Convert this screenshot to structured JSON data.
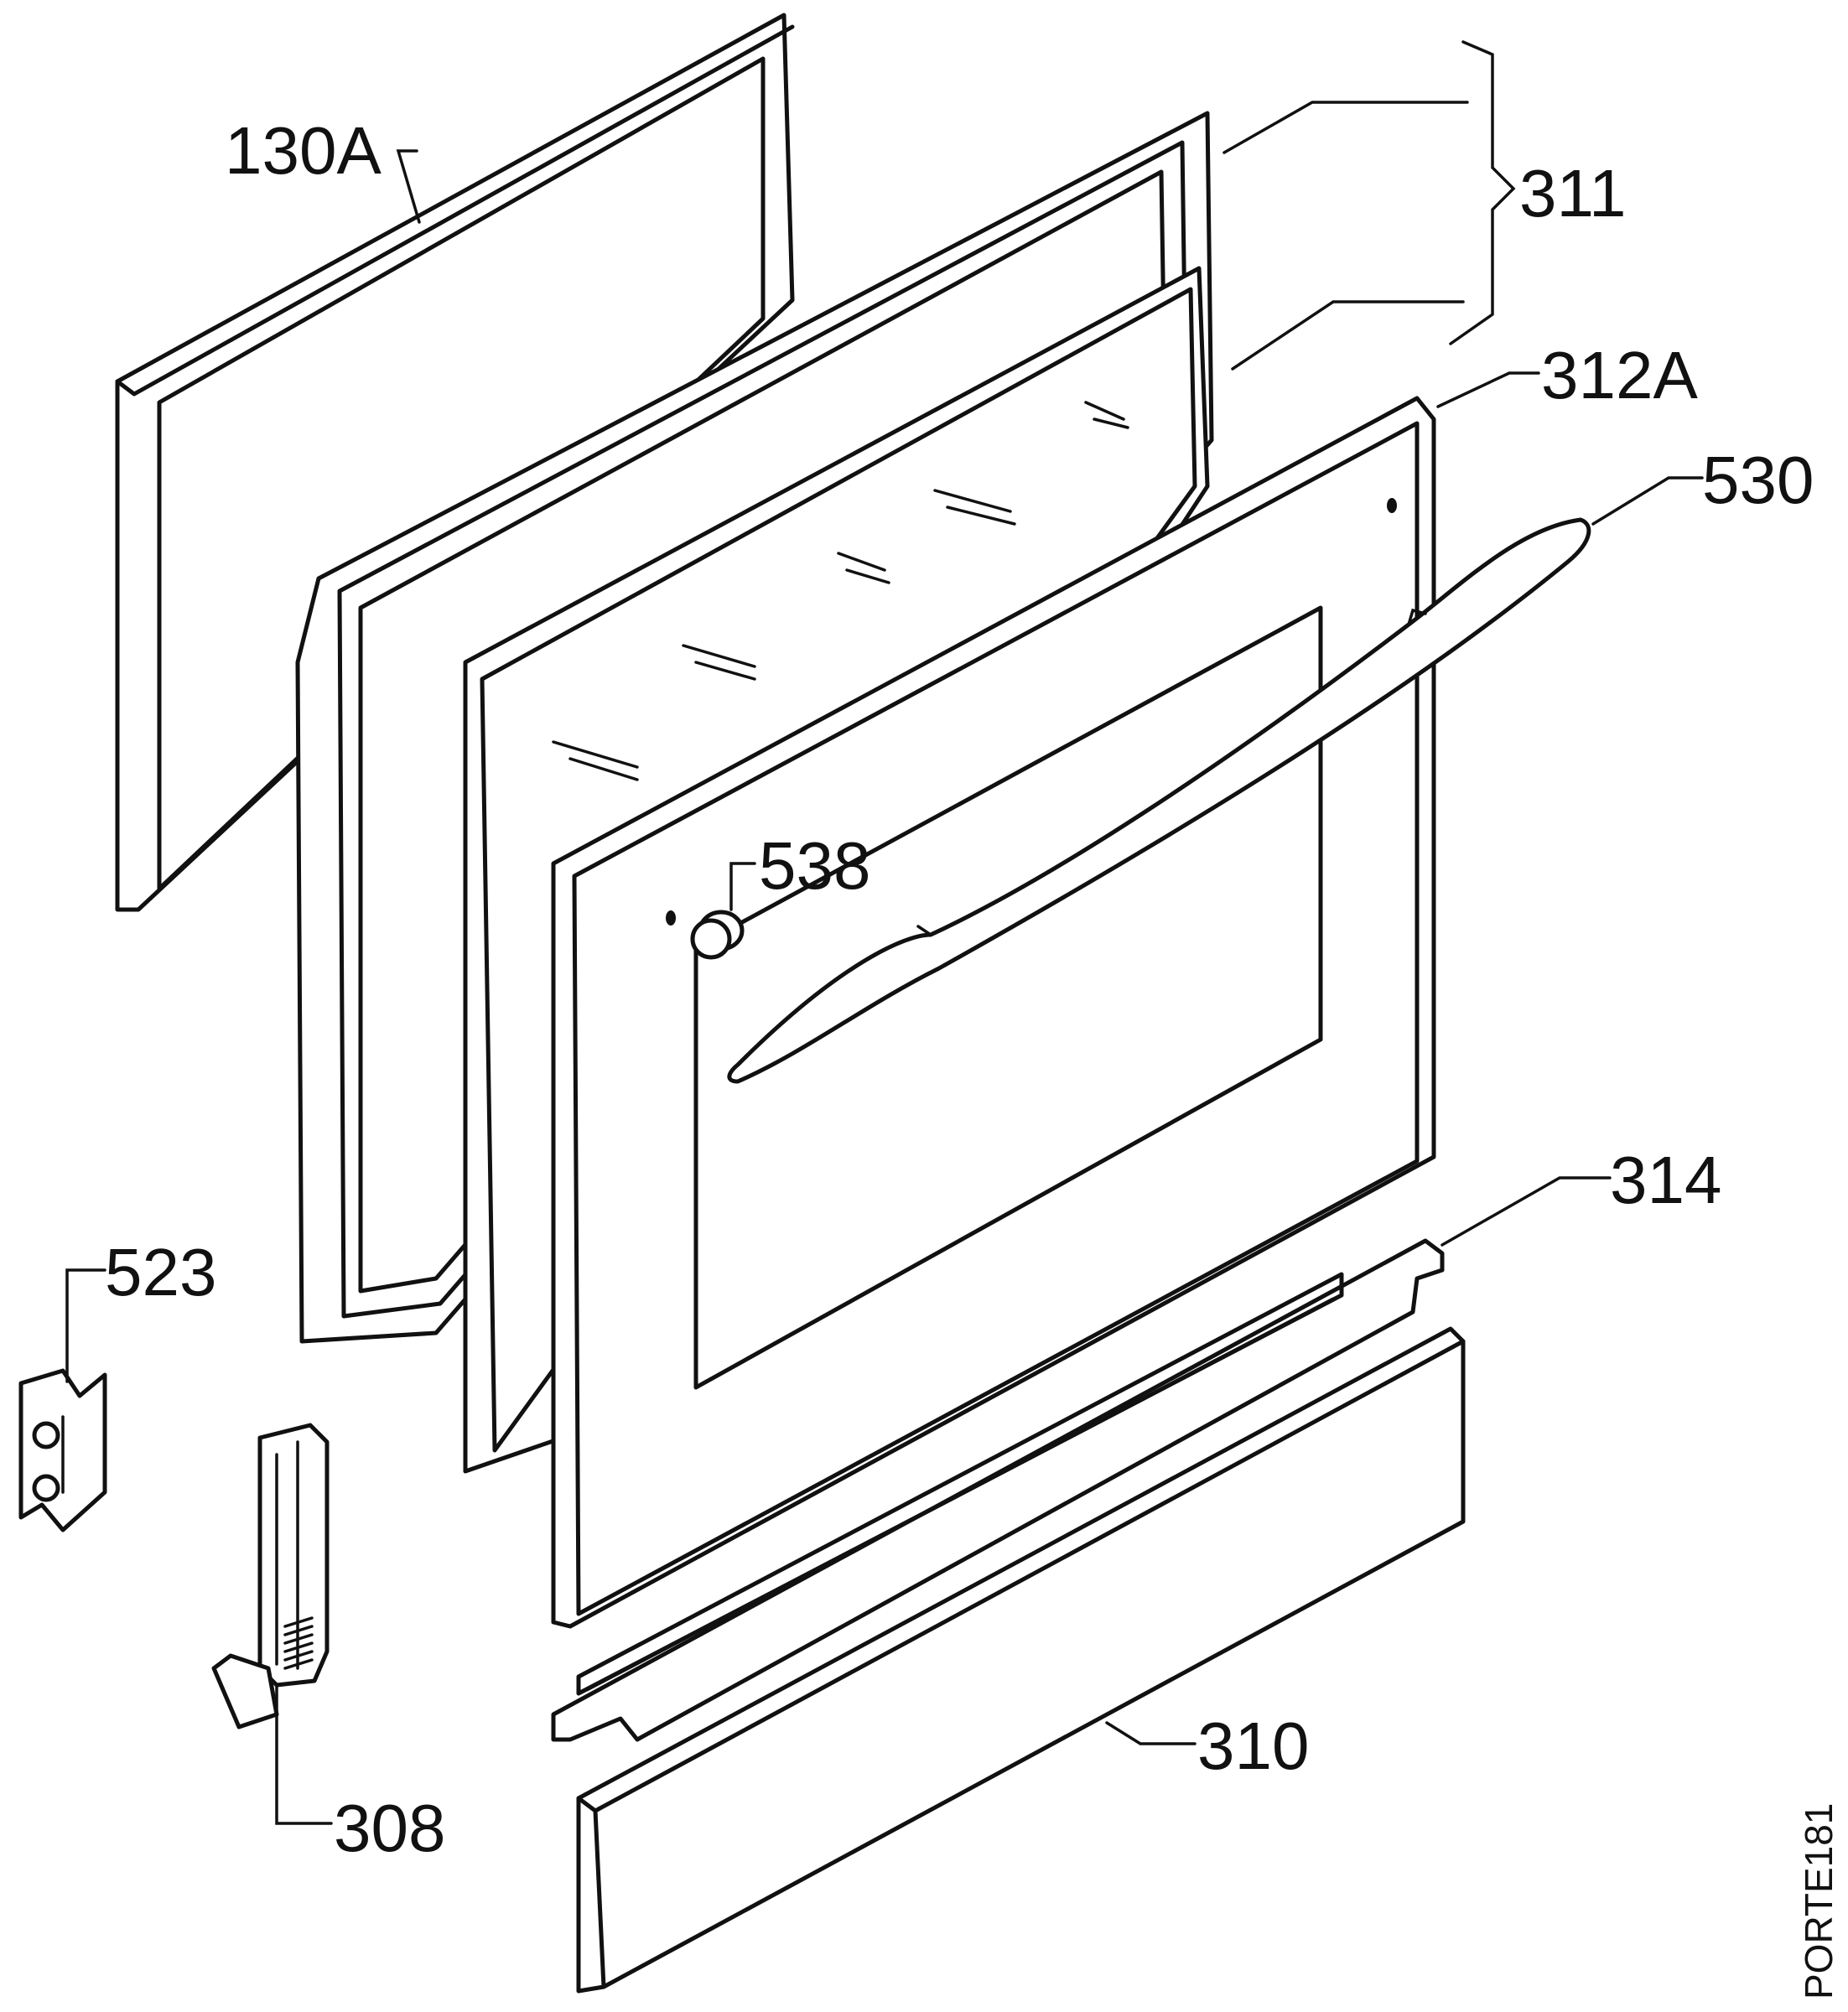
{
  "diagram": {
    "labels": {
      "p130a": "130A",
      "p311": "311",
      "p312a": "312A",
      "p530": "530",
      "p538": "538",
      "p314": "314",
      "p523": "523",
      "p308": "308",
      "p310": "310"
    },
    "drawing_code": "PORTE181"
  }
}
